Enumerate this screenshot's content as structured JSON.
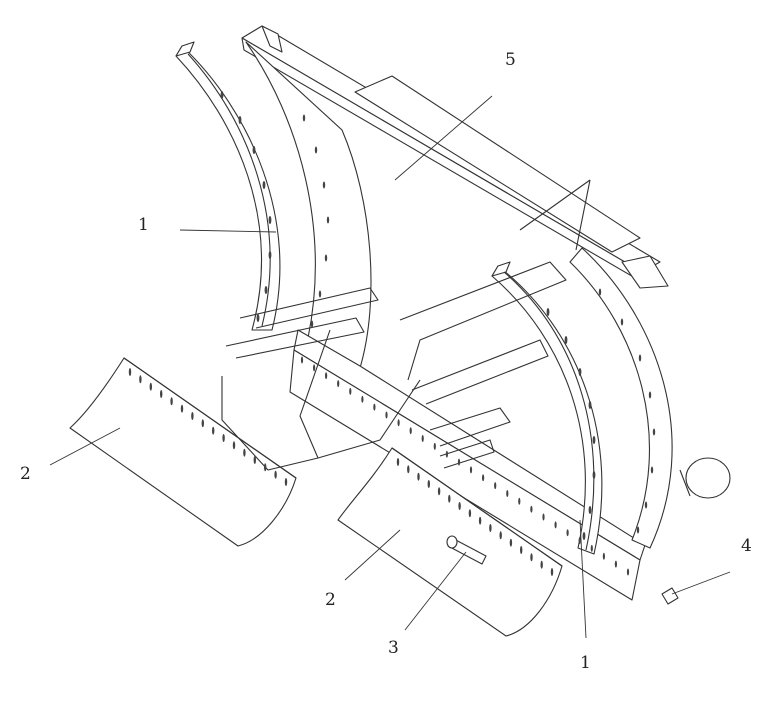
{
  "diagram": {
    "callouts": [
      {
        "id": "c5",
        "text": "5"
      },
      {
        "id": "c1a",
        "text": "1"
      },
      {
        "id": "c2a",
        "text": "2"
      },
      {
        "id": "c2b",
        "text": "2"
      },
      {
        "id": "c3",
        "text": "3"
      },
      {
        "id": "c1b",
        "text": "1"
      },
      {
        "id": "c4",
        "text": "4"
      }
    ]
  },
  "colors": {
    "line": "#333333",
    "background": "#ffffff"
  }
}
